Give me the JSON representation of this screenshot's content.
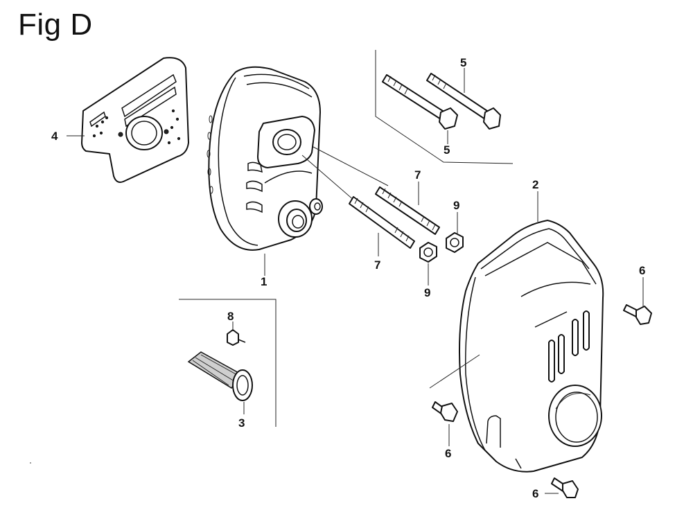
{
  "figure": {
    "title": "Fig D"
  },
  "parts": [
    {
      "id": "muffler",
      "callout": "1"
    },
    {
      "id": "muffler-protector",
      "callout": "2"
    },
    {
      "id": "spark-arrester",
      "callout": "3"
    },
    {
      "id": "heat-shield-plate",
      "callout": "4"
    },
    {
      "id": "flange-bolt-top-a",
      "callout": "5"
    },
    {
      "id": "flange-bolt-top-b",
      "callout": "5"
    },
    {
      "id": "flange-bolt-right",
      "callout": "6"
    },
    {
      "id": "flange-bolt-left",
      "callout": "6"
    },
    {
      "id": "flange-bolt-bottom",
      "callout": "6"
    },
    {
      "id": "stud-bolt-upper",
      "callout": "7"
    },
    {
      "id": "stud-bolt-lower",
      "callout": "7"
    },
    {
      "id": "tapping-screw",
      "callout": "8"
    },
    {
      "id": "flange-nut-upper",
      "callout": "9"
    },
    {
      "id": "flange-nut-lower",
      "callout": "9"
    }
  ]
}
